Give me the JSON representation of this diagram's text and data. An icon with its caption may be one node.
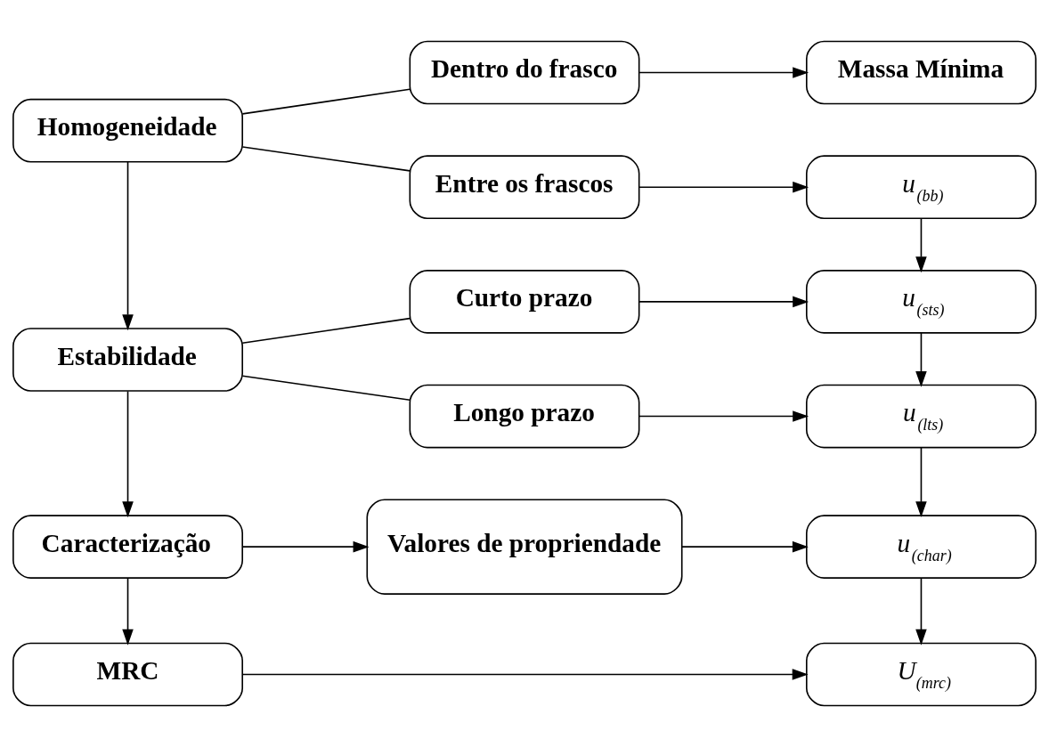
{
  "diagram": {
    "nodes": [
      {
        "text": [
          "Homogeneidade"
        ]
      },
      {
        "text": [
          "Dentro do frasco"
        ]
      },
      {
        "text": [
          "Massa Mínima"
        ]
      },
      {
        "text": [
          "Entre os frascos"
        ]
      },
      {
        "text": [
          "u$_{(bb)}$"
        ]
      },
      {
        "text": [
          "Estabilidade"
        ]
      },
      {
        "text": [
          "Curto prazo"
        ]
      },
      {
        "text": [
          "u$_{(sts)}$"
        ]
      },
      {
        "text": [
          "Longo prazo"
        ]
      },
      {
        "text": [
          "u$_{(lts)}$"
        ]
      },
      {
        "text": [
          "Caracterização"
        ]
      },
      {
        "text": [
          "Valores de propriendade"
        ]
      },
      {
        "text": [
          "u$_{(char)}$"
        ]
      },
      {
        "text": [
          "MRC"
        ]
      },
      {
        "text": [
          "U$_{(mrc)}$"
        ]
      }
    ],
    "edges": [
      {
        "from": 0,
        "to": 1,
        "arrow": "none"
      },
      {
        "from": 0,
        "to": 3,
        "arrow": "none"
      },
      {
        "from": 1,
        "to": 2,
        "arrow": "to"
      },
      {
        "from": 3,
        "to": 4,
        "arrow": "to"
      },
      {
        "from": 4,
        "to": 7,
        "arrow": "to"
      },
      {
        "from": 0,
        "to": 5,
        "arrow": "to"
      },
      {
        "from": 5,
        "to": 6,
        "arrow": "none"
      },
      {
        "from": 5,
        "to": 8,
        "arrow": "none"
      },
      {
        "from": 6,
        "to": 7,
        "arrow": "to"
      },
      {
        "from": 8,
        "to": 9,
        "arrow": "to"
      },
      {
        "from": 7,
        "to": 9,
        "arrow": "to"
      },
      {
        "from": 5,
        "to": 10,
        "arrow": "to"
      },
      {
        "from": 10,
        "to": 11,
        "arrow": "to"
      },
      {
        "from": 11,
        "to": 12,
        "arrow": "to"
      },
      {
        "from": 9,
        "to": 12,
        "arrow": "to"
      },
      {
        "from": 10,
        "to": 13,
        "arrow": "to"
      },
      {
        "from": 12,
        "to": 14,
        "arrow": "to"
      },
      {
        "from": 13,
        "to": 14,
        "arrow": "to"
      }
    ]
  }
}
